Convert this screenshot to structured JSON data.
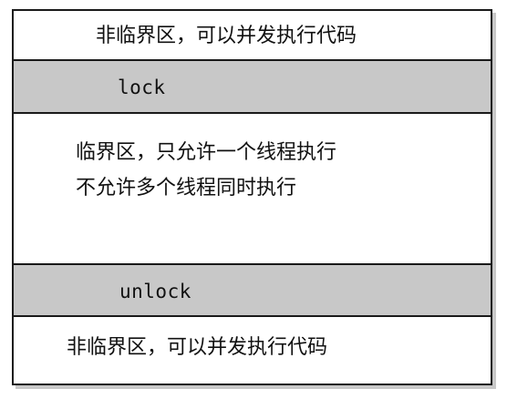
{
  "diagram": {
    "top_region_text": "非临界区，可以并发执行代码",
    "lock_label": "lock",
    "critical_region_lines": [
      "临界区，只允许一个线程执行",
      "不允许多个线程同时执行"
    ],
    "unlock_label": "unlock",
    "bottom_region_text": "非临界区，可以并发执行代码"
  },
  "colors": {
    "lock_bar_fill": "#c8c8c8",
    "border": "#1a1a1a",
    "background": "#ffffff"
  }
}
